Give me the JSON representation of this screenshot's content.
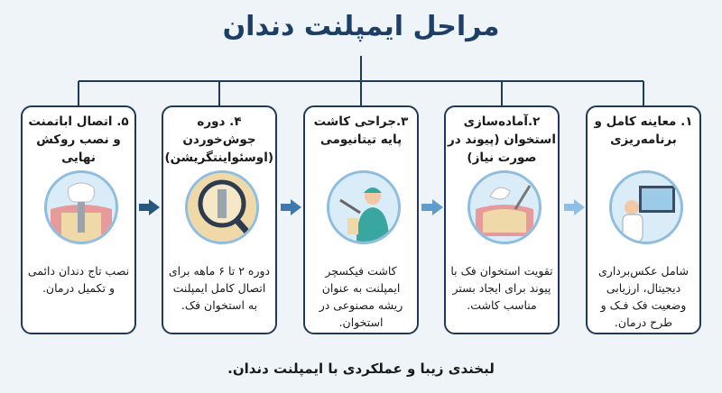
{
  "title": "مراحل ایمپلنت دندان",
  "steps": [
    {
      "heading": "۱. معاینه کامل و برنامه‌ریزی",
      "description": "شامل عکس‌برداری دیجیتال، ارزیابی وضعیت فک فـک و طرح درمان.",
      "icon": "dentist-xray-monitor-icon"
    },
    {
      "heading": "۲.آماده‌سازی استخوان (پیوند در صورت نیاز)",
      "description": "تقویت استخوان فک با پیوند برای ایجاد بستر مناسب کاشت.",
      "icon": "bone-graft-icon"
    },
    {
      "heading": "۳.جراحی کاشت پایه تیتانیومی",
      "description": "کاشت فیکسچر ایمپلنت به عنوان ریشه مصنوعی در استخوان.",
      "icon": "surgeon-icon"
    },
    {
      "heading": "۴. دوره جوش‌خوردن (اوسئواینتگریشن)",
      "description": "دوره ۲ تا ۶ ماهه برای اتصال کامل ایمپلنت به استخوان فک.",
      "icon": "magnifier-implant-icon"
    },
    {
      "heading": "۵. اتصال اباتمنت و نصب روکش نهایی",
      "description": "نصب تاج دندان دائمی و تکمیل درمان.",
      "icon": "implant-crown-icon"
    }
  ],
  "caption": "لبخندی زیبا و عملکردی با ایمپلنت دندان.",
  "colors": {
    "title": "#1d3f66",
    "border": "#1f3a5a",
    "background": "#eef4f8"
  }
}
